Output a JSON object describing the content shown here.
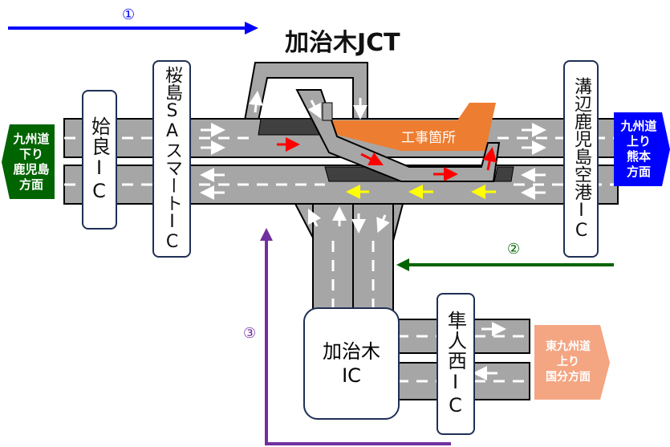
{
  "title": "加治木JCT",
  "routes": [
    {
      "label": "①",
      "color": "#0000ff"
    },
    {
      "label": "②",
      "color": "#006400"
    },
    {
      "label": "③",
      "color": "#7030a0"
    }
  ],
  "construction": {
    "label": "工事箇所",
    "color": "#ed7d31"
  },
  "interchanges": {
    "aira": "姶良IC",
    "sakurajima": "桜島SAスマートIC",
    "mizobe": "溝辺鹿児島空港IC",
    "kajiki": "加治木\nIC",
    "hayatonishi": "隼人西IC"
  },
  "signs": {
    "left": {
      "text": "九州道\n下り\n鹿児島\n方面",
      "color": "#006400"
    },
    "right": {
      "text": "九州道\n上り\n熊本\n方面",
      "color": "#0000ff"
    },
    "east": {
      "text": "東九州道\n上り\n国分方面",
      "color": "#f4a582"
    }
  }
}
